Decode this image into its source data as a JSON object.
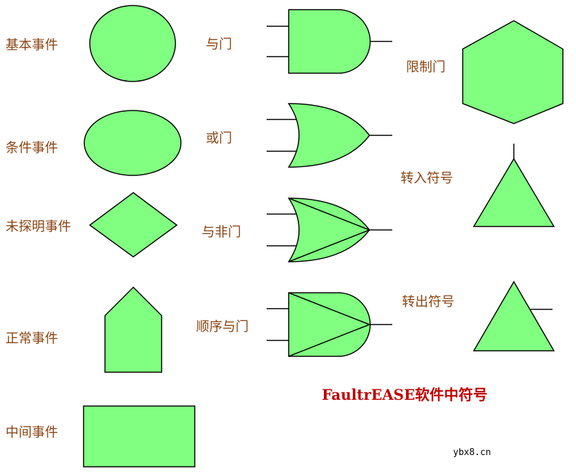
{
  "colors": {
    "fill": "#80FF80",
    "stroke": "#000000",
    "label": "#8B4513",
    "caption": "#C00000"
  },
  "labels": {
    "basic_event": "基本事件",
    "conditional_event": "条件事件",
    "undeveloped_event": "未探明事件",
    "normal_event": "正常事件",
    "intermediate_event": "中间事件",
    "and_gate": "与门",
    "or_gate": "或门",
    "nand_gate": "与非门",
    "priority_and_gate": "顺序与门",
    "inhibit_gate": "限制门",
    "transfer_in": "转入符号",
    "transfer_out": "转出符号"
  },
  "caption": "FaultrEASE软件中符号",
  "watermark": "ybx8.cn"
}
